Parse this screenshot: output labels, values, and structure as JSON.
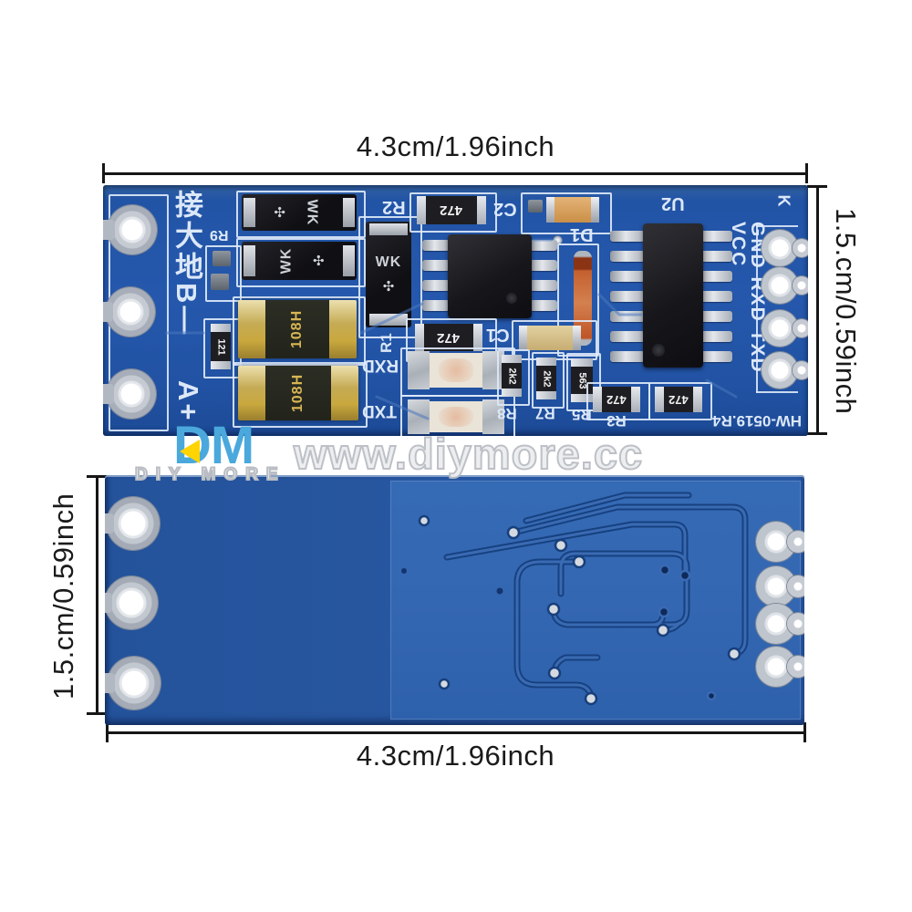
{
  "dimensions": {
    "top": "4.3cm/1.96inch",
    "bottom": "4.3cm/1.96inch",
    "left": "1.5.cm/0.59inch",
    "right": "1.5.cm/0.59inch"
  },
  "watermark": {
    "logo": "DM",
    "brand": "DIY MORE",
    "site": "www.diymore.cc"
  },
  "front_board": {
    "silkscreen": {
      "terminal_label_cn": "接大地B—",
      "terminal_label_a": "A+",
      "r9": "R9",
      "r2": "R2",
      "c2": "C2",
      "d1": "D1",
      "u2": "U2",
      "k_mark": "K",
      "pins_label": "GND RXD TXD VCC",
      "r1": "R1",
      "c1": "C1",
      "led_rxd": "RXD",
      "led_txd": "TXD",
      "r8": "R8",
      "r7": "R7",
      "r5": "R5",
      "r3": "R3",
      "board_code": "HW-0519.R4"
    },
    "markings": {
      "diode": "WK",
      "diode_logo": "✣",
      "fuse": "108H",
      "res_472": "472",
      "res_2k2": "2k2",
      "res_563": "563",
      "res_121": "121"
    }
  },
  "colors": {
    "pcb_front": "#2254a6",
    "pcb_back": "#2a5aa6",
    "pcb_panel": "#3467b2",
    "trace": "#16407f",
    "silk": "#dce8f8",
    "gold": "#c9a83e",
    "logo_blue": "#4aa8dc",
    "logo_yellow": "#ffd400",
    "dim_ink": "#1a1a1a"
  }
}
